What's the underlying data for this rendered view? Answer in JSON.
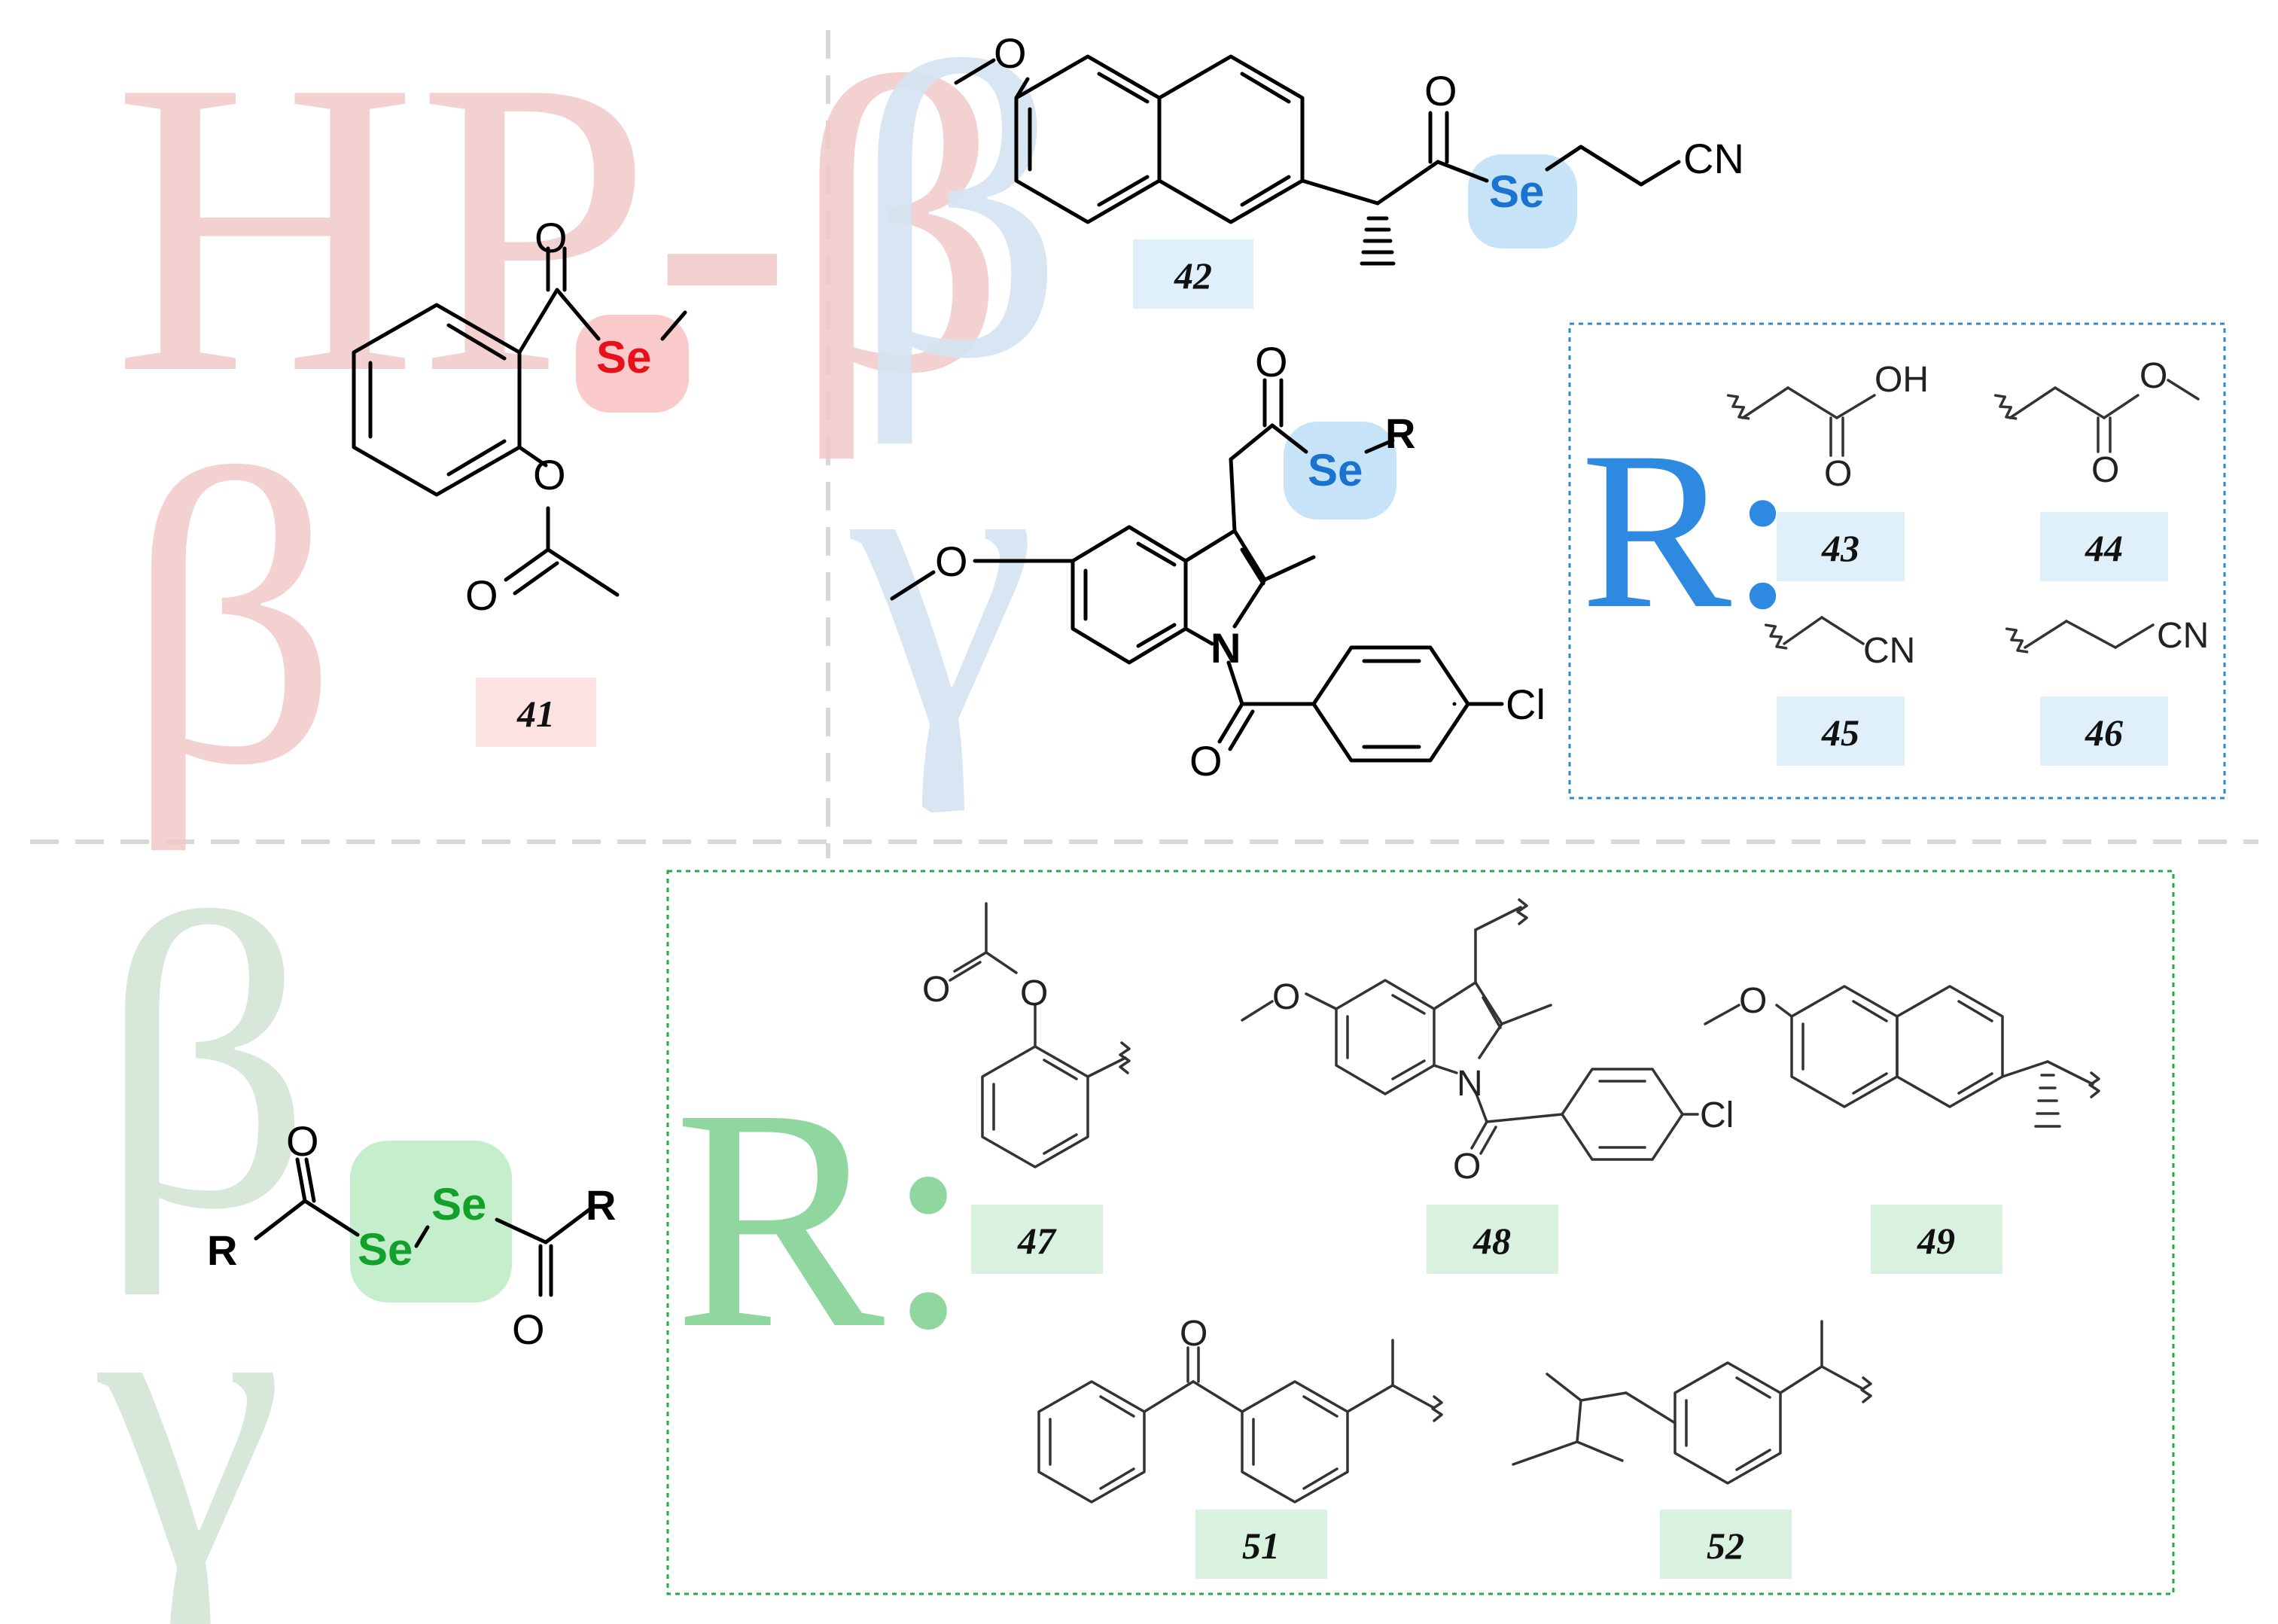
{
  "watermarks": {
    "q1_top": "HP-β",
    "q1_bottom": "β",
    "q2_top": "β",
    "q2_bottom": "γ",
    "q3_top": "β",
    "q3_bottom": "γ"
  },
  "atoms": {
    "selenium": "Se",
    "oxygen": "O",
    "nitrogen": "N",
    "chlorine": "Cl",
    "nitrile": "CN",
    "hydroxyl": "OH",
    "r_group": "R"
  },
  "r_labels": {
    "blue": "R:",
    "green": "R:"
  },
  "compounds": {
    "c41": "41",
    "c42": "42",
    "c43": "43",
    "c44": "44",
    "c45": "45",
    "c46": "46",
    "c47": "47",
    "c48": "48",
    "c49": "49",
    "c51": "51",
    "c52": "52"
  },
  "colors": {
    "red_se": "#e8101a",
    "blue_se": "#1b73d0",
    "green_se": "#12a12a",
    "label_red_bg": "#fde2e2",
    "label_blue_bg": "#e0f0fb",
    "label_green_bg": "#d9f1df",
    "wm_red": "#f2c9c9",
    "wm_blue": "#d4e4f3",
    "wm_green": "#d3e6d8",
    "r_blue": "#2d8ae0",
    "r_green": "#8fd69f",
    "box_blue": "#2a8cc8",
    "box_green": "#22aa44",
    "divider": "#d8d8d8"
  }
}
